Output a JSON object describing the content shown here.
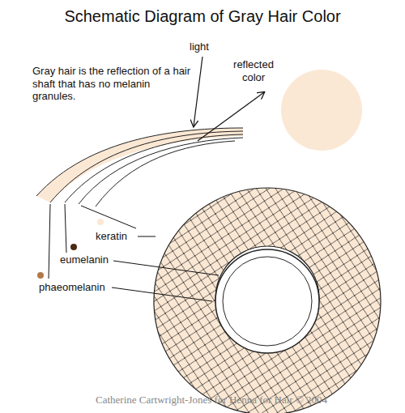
{
  "diagram": {
    "title": "Schematic Diagram of Gray Hair Color",
    "labels": [
      "Gray hair is the reflection of a hair shaft that has no melanin granules.",
      "light",
      "reflected color",
      "keratin",
      "eumelanin",
      "phaeomelanin",
      "Catherine Cartwright-Jones for Henna for Hair © 2004"
    ]
  }
}
